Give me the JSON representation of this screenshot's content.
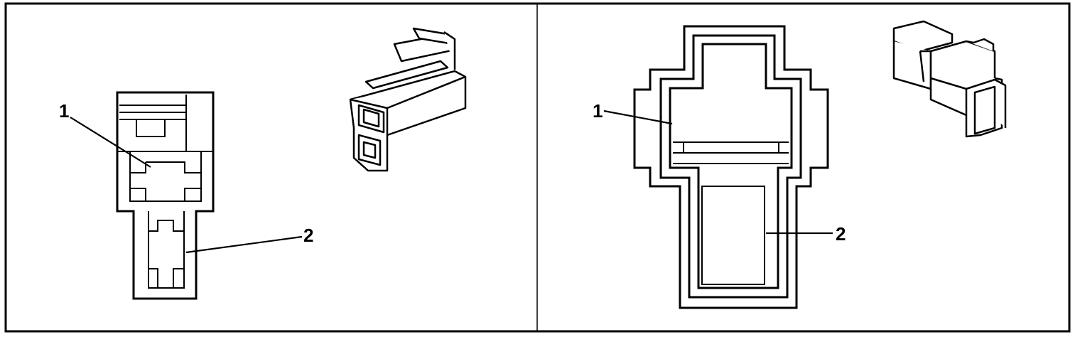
{
  "panels": [
    {
      "callouts": [
        "1",
        "2"
      ]
    },
    {
      "callouts": [
        "1",
        "2"
      ]
    }
  ],
  "colors": {
    "line": "#000000",
    "background": "#ffffff"
  }
}
